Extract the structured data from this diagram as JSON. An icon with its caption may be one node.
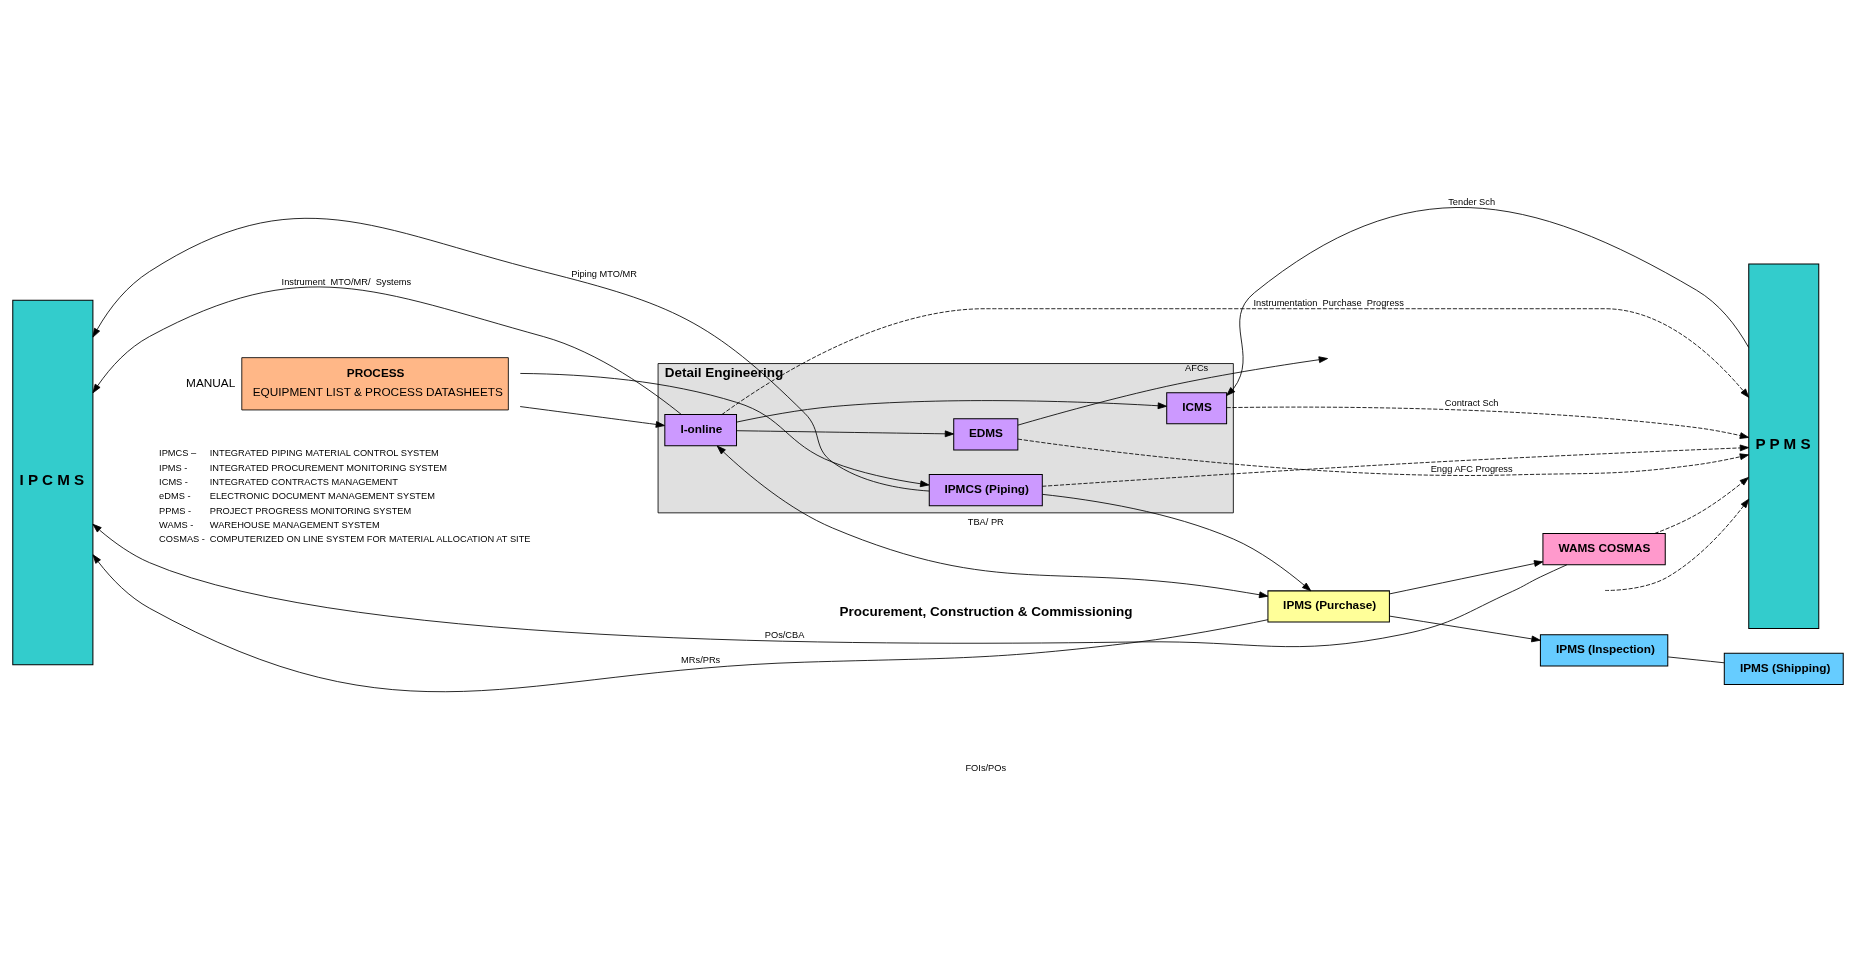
{
  "diagram": {
    "nodes": [
      {
        "text": [
          "PROCESS",
          "EQUIPMENT LIST & PROCESS DATASHEETS"
        ],
        "beside": [
          "MANUAL"
        ]
      },
      {
        "text": [
          "P P M S"
        ]
      },
      {
        "text": [
          "Detail Engineering"
        ]
      },
      {
        "text": [
          "I P C M S"
        ]
      },
      {
        "text": [
          "IPMCS (Piping)"
        ],
        "in": 2
      },
      {
        "text": [
          "I-online"
        ],
        "in": 2
      },
      {
        "text": [
          "EDMS"
        ],
        "in": 2
      },
      {
        "text": [
          "ICMS"
        ],
        "in": 2
      },
      {
        "text": [
          "WAMS COSMAS"
        ]
      },
      {
        "text": [
          "IPMS (Purchase)"
        ]
      },
      {
        "text": [
          "IPMS (Inspection)"
        ]
      },
      {
        "text": [
          "IPMS (Shipping)"
        ]
      }
    ],
    "edges": [
      {
        "from": 0,
        "to": 4,
        "arrow": "to"
      },
      {
        "from": 0,
        "to": 5,
        "arrow": "to"
      },
      {
        "from": null,
        "to": 1,
        "arrow": "to",
        "style": "dashed"
      },
      {
        "from": 4,
        "to": 1,
        "arrow": "to",
        "style": "dashed"
      },
      {
        "from": 4,
        "to": 3,
        "arrow": "to",
        "label": "Piping MTO/MR"
      },
      {
        "from": 5,
        "to": 3,
        "arrow": "to",
        "label": "Instrument  MTO/MR/  Systems"
      },
      {
        "from": 5,
        "to": 6,
        "arrow": "to"
      },
      {
        "from": 5,
        "to": 7,
        "arrow": "to"
      },
      {
        "from": 6,
        "to": 1,
        "arrow": "to",
        "style": "dashed",
        "label": "Engg AFC Progress"
      },
      {
        "from": 1,
        "to": 7,
        "arrow": "to",
        "label": "Tender Sch"
      },
      {
        "from": 7,
        "to": 1,
        "arrow": "to",
        "style": "dashed",
        "label": "Contract Sch"
      },
      {
        "from": 5,
        "to": 1,
        "arrow": "to",
        "style": "dashed",
        "label": "Instrumentation  Purchase  Progress"
      },
      {
        "from": 4,
        "to": 9,
        "arrow": "to"
      },
      {
        "from": 5,
        "to": 9,
        "arrow": "both",
        "label": "TBA/ PR"
      },
      {
        "from": 6,
        "to": null,
        "arrow": "to",
        "label": "AFCs"
      },
      {
        "from": 9,
        "to": 8,
        "arrow": "to"
      },
      {
        "from": 8,
        "to": 3,
        "arrow": "to",
        "label": "POs/CBA"
      },
      {
        "from": 9,
        "to": 3,
        "arrow": "to",
        "label": "MRs/PRs"
      },
      {
        "from": 9,
        "to": 10,
        "arrow": "to"
      },
      {
        "from": 10,
        "to": 11,
        "arrow": "none"
      },
      {
        "from": 8,
        "to": 1,
        "arrow": "to",
        "style": "dashed"
      }
    ],
    "labels": [
      "FOIs/POs",
      "Procurement, Construction & Commissioning",
      "IPMCS –",
      "INTEGRATED PIPING MATERIAL CONTROL SYSTEM",
      "IPMS -",
      "INTEGRATED PROCUREMENT MONITORING SYSTEM",
      "ICMS -",
      "INTEGRATED CONTRACTS MANAGEMENT",
      "eDMS -",
      "ELECTRONIC DOCUMENT MANAGEMENT SYSTEM",
      "PPMS -",
      "PROJECT PROGRESS MONITORING SYSTEM",
      "WAMS -",
      "WAREHOUSE MANAGEMENT SYSTEM",
      "COSMAS -",
      "COMPUTERIZED ON LINE SYSTEM FOR MATERIAL ALLOCATION AT SITE"
    ]
  }
}
